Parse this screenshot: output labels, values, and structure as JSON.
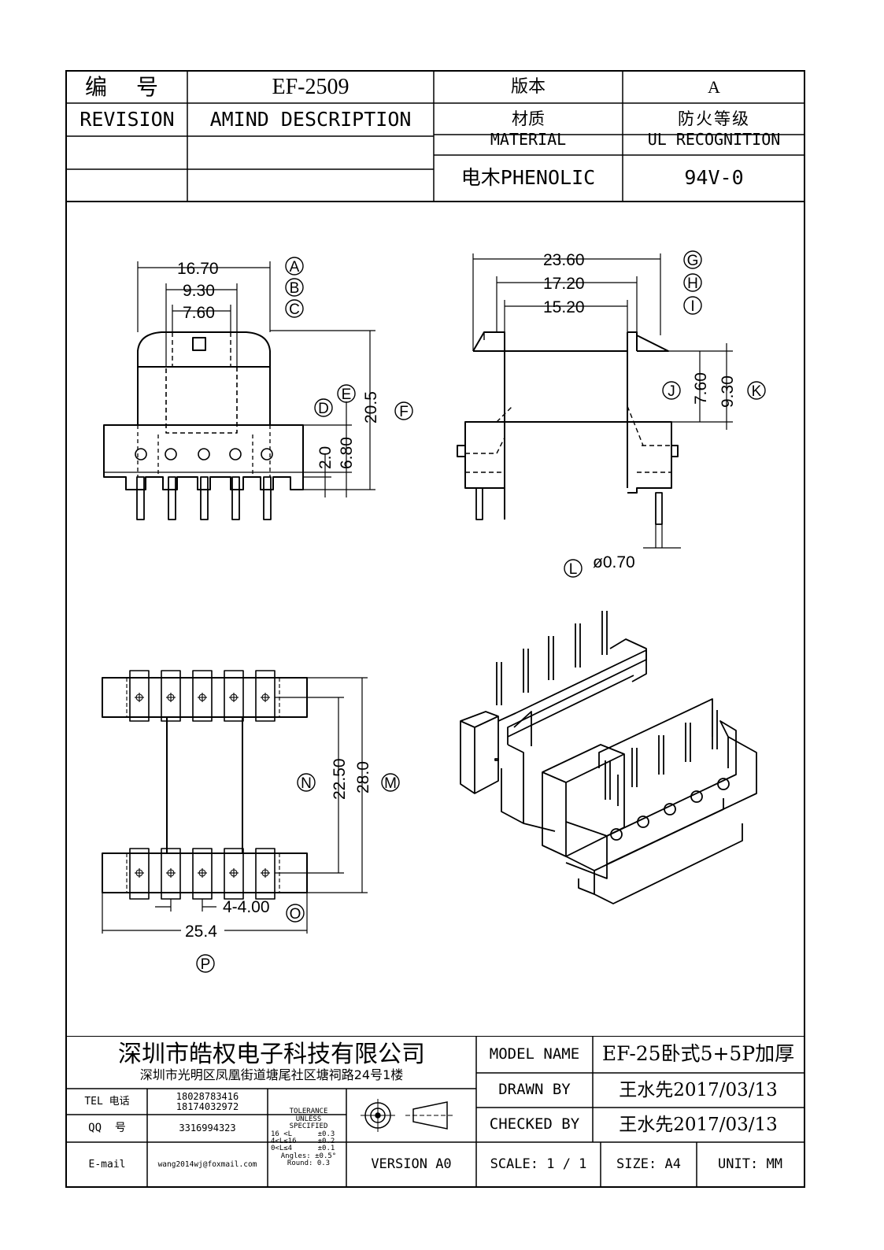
{
  "header": {
    "number_label": "编 号",
    "number_value": "EF-2509",
    "version_label": "版本",
    "version_value": "A",
    "revision_label": "REVISION",
    "amind_label": "AMIND DESCRIPTION",
    "material_label_cn": "材质",
    "material_label_en": "MATERIAL",
    "ul_label_cn": "防火等级",
    "ul_label_en": "UL RECOGNITION",
    "material_value": "电木PHENOLIC",
    "ul_value": "94V-0"
  },
  "dimensions": {
    "a": "16.70",
    "b": "9.30",
    "c": "7.60",
    "d": "2.0",
    "e": "6.80",
    "f": "20.5",
    "g": "23.60",
    "h": "17.20",
    "i": "15.20",
    "j": "7.60",
    "k": "9.30",
    "l": "ø0.70",
    "m": "28.0",
    "n": "22.50",
    "o": "4-4.00",
    "p": "25.4"
  },
  "markers": {
    "a": "A",
    "b": "B",
    "c": "C",
    "d": "D",
    "e": "E",
    "f": "F",
    "g": "G",
    "h": "H",
    "i": "I",
    "j": "J",
    "k": "K",
    "l": "L",
    "m": "M",
    "n": "N",
    "o": "O",
    "p": "P"
  },
  "footer": {
    "company_name": "深圳市皓权电子科技有限公司",
    "company_address": "深圳市光明区凤凰街道塘尾社区塘祠路24号1楼",
    "tel_label": "TEL 电话",
    "tel_values": [
      "18028783416",
      "18174032972"
    ],
    "qq_label": "QQ  号",
    "qq_value": "3316994323",
    "email_label": "E-mail",
    "email_value": "wang2014wj@foxmail.com",
    "tolerance_lines": [
      "TOLERANCE",
      "UNLESS",
      "SPECIFIED",
      "16 <L      ±0.3",
      "4<L≤16     ±0.2",
      "0<L≤4      ±0.1",
      "Angles: ±0.5°",
      "Round: 0.3"
    ],
    "version_text": "VERSION A0",
    "model_label": "MODEL NAME",
    "model_value": "EF-25卧式5+5P加厚",
    "drawn_label": "DRAWN BY",
    "drawn_value": "王水先2017/03/13",
    "checked_label": "CHECKED BY",
    "checked_value": "王水先2017/03/13",
    "scale_text": "SCALE: 1 / 1",
    "size_text": "SIZE: A4",
    "unit_text": "UNIT: MM"
  }
}
